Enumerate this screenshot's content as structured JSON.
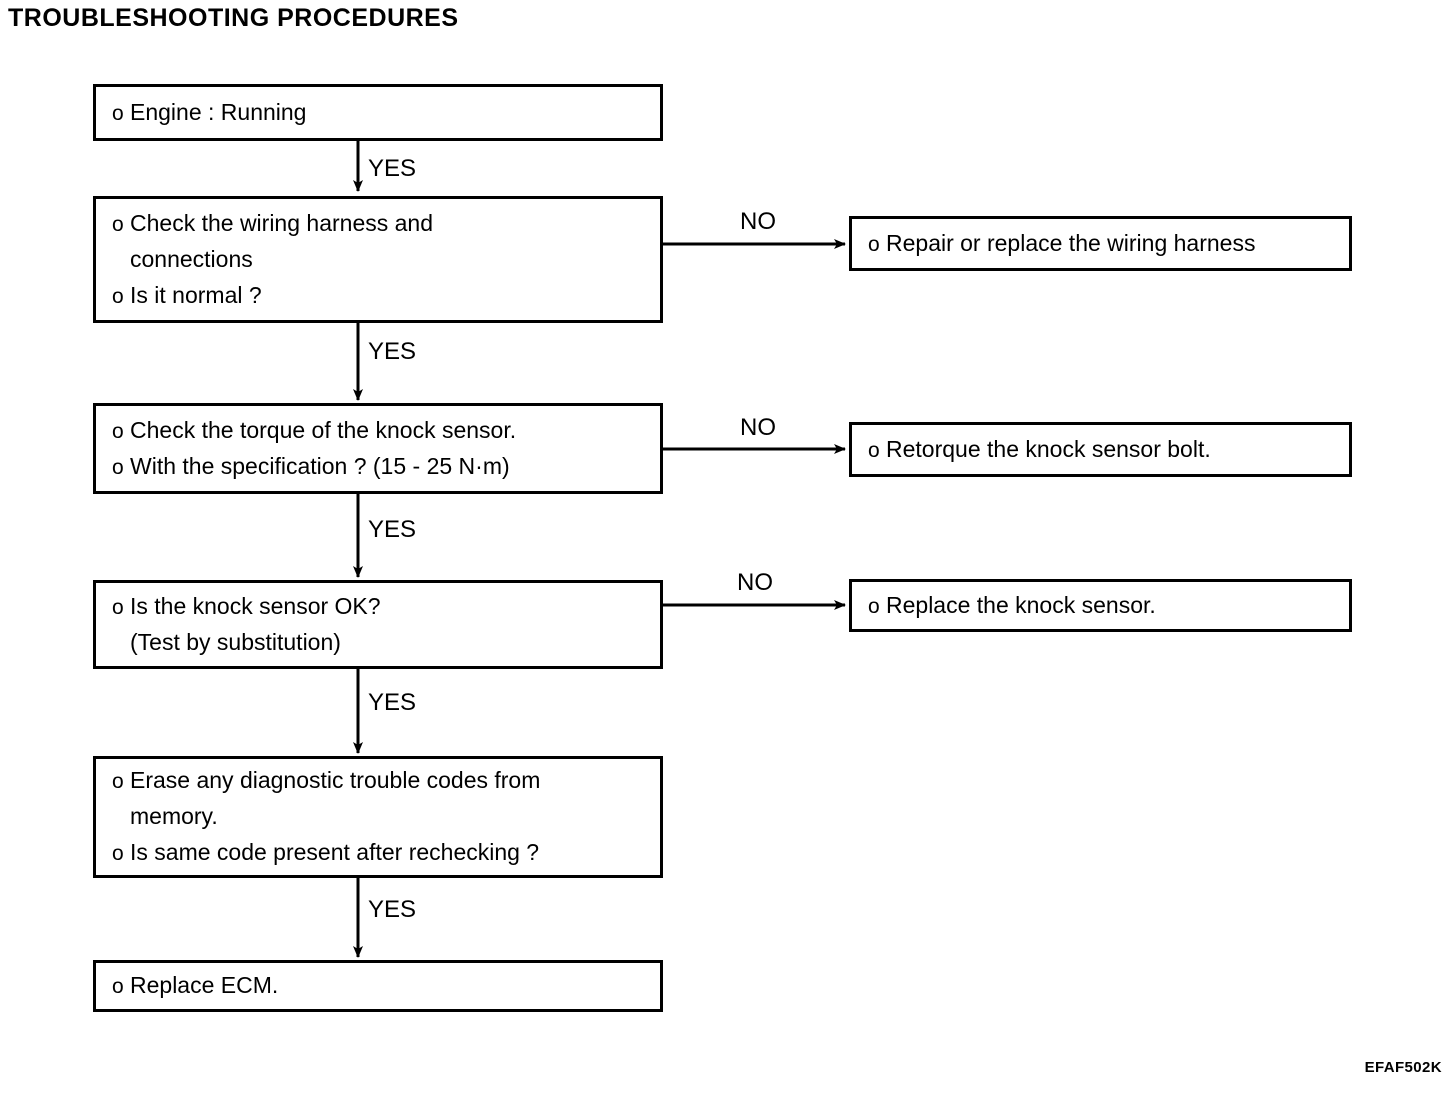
{
  "title": "TROUBLESHOOTING PROCEDURES",
  "figure_code": "EFAF502K",
  "bullet_glyph": "o",
  "colors": {
    "ink": "#000000",
    "paper": "#ffffff"
  },
  "flow": {
    "steps": [
      {
        "id": "engine-running",
        "lines": [
          {
            "bullet": true,
            "text": "Engine : Running"
          }
        ]
      },
      {
        "id": "check-wiring-harness",
        "lines": [
          {
            "bullet": true,
            "text": "Check the wiring harness and"
          },
          {
            "bullet": false,
            "text": "connections"
          },
          {
            "bullet": true,
            "text": "Is it normal ?"
          }
        ]
      },
      {
        "id": "check-torque",
        "lines": [
          {
            "bullet": true,
            "text": "Check the torque of the knock sensor."
          },
          {
            "bullet": true,
            "text": "With the specification ? (15 - 25 N·m)"
          }
        ]
      },
      {
        "id": "knock-sensor-ok",
        "lines": [
          {
            "bullet": true,
            "text": "Is the knock sensor OK?"
          },
          {
            "bullet": false,
            "text": "(Test by substitution)"
          }
        ]
      },
      {
        "id": "erase-codes",
        "lines": [
          {
            "bullet": true,
            "text": "Erase any diagnostic trouble codes from"
          },
          {
            "bullet": false,
            "text": "memory."
          },
          {
            "bullet": true,
            "text": "Is same code present after rechecking ?"
          }
        ]
      },
      {
        "id": "replace-ecm",
        "lines": [
          {
            "bullet": true,
            "text": "Replace ECM."
          }
        ]
      }
    ],
    "actions": [
      {
        "id": "repair-wiring-harness",
        "lines": [
          {
            "bullet": true,
            "text": "Repair or replace the wiring harness"
          }
        ]
      },
      {
        "id": "retorque-bolt",
        "lines": [
          {
            "bullet": true,
            "text": "Retorque the knock sensor bolt."
          }
        ]
      },
      {
        "id": "replace-knock-sensor",
        "lines": [
          {
            "bullet": true,
            "text": "Replace the knock sensor."
          }
        ]
      }
    ],
    "yes_labels": [
      {
        "id": "yes-1",
        "text": "YES"
      },
      {
        "id": "yes-2",
        "text": "YES"
      },
      {
        "id": "yes-3",
        "text": "YES"
      },
      {
        "id": "yes-4",
        "text": "YES"
      },
      {
        "id": "yes-5",
        "text": "YES"
      }
    ],
    "no_labels": [
      {
        "id": "no-1",
        "text": "NO"
      },
      {
        "id": "no-2",
        "text": "NO"
      },
      {
        "id": "no-3",
        "text": "NO"
      }
    ]
  }
}
